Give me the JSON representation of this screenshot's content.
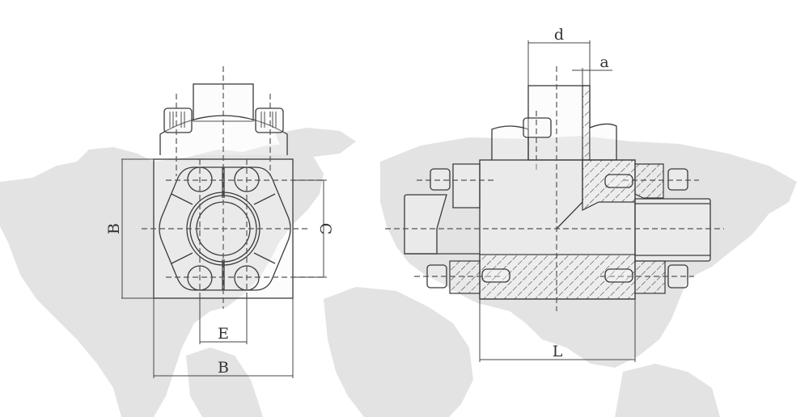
{
  "drawing": {
    "type": "technical drawing - flange tee fitting (front view and side section view)",
    "background": "world map watermark",
    "colors": {
      "line": "#3a3a3a",
      "map": "#e3e3e3",
      "background": "#ffffff"
    }
  },
  "front_view": {
    "labels": {
      "height_dim": "B",
      "width_dim": "B",
      "bolt_spacing_vertical": "C",
      "bolt_spacing_horizontal": "E"
    }
  },
  "section_view": {
    "labels": {
      "branch_diameter": "d",
      "wall_thickness": "a",
      "length": "L"
    }
  }
}
